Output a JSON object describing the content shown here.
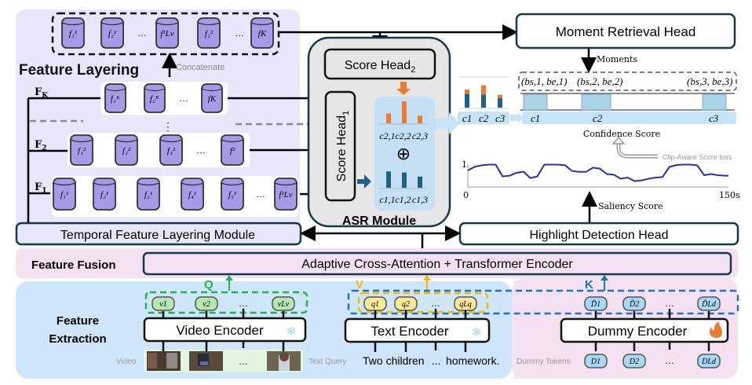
{
  "feature_layering": {
    "title": "Feature Layering",
    "concatenate_label": "Concatenate",
    "concat_tokens": [
      "f₁¹",
      "f₂¹",
      "…",
      "f¹Lv",
      "f₁²",
      "…",
      "fK"
    ],
    "level_labels": {
      "k": "F",
      "k_sub": "K",
      "two": "F",
      "two_sub": "2",
      "one": "F",
      "one_sub": "1"
    },
    "level_k_tokens": [
      "f₁ᴷ",
      "f₂ᴷ",
      "…",
      "fK"
    ],
    "level_2_tokens": [
      "f₁²",
      "f₂²",
      "f₃²",
      "…",
      "f²"
    ],
    "level_1_tokens": [
      "f₁¹",
      "f₂¹",
      "f₃¹",
      "f₄¹",
      "f₅¹",
      "…",
      "f¹Lv"
    ],
    "vertical_dots": "⋮",
    "module_label": "Temporal Feature Layering Module"
  },
  "asr_module": {
    "title": "ASR Module",
    "score_head_2": "Score Head",
    "score_head_2_sub": "2",
    "score_head_1": "Score Head",
    "score_head_1_sub": "1",
    "row2_labels": [
      "c2,1",
      "c2,2",
      "c2,3"
    ],
    "row1_labels": [
      "c1,1",
      "c1,2",
      "c1,3"
    ],
    "row2_values": [
      0.45,
      1.0,
      0.35
    ],
    "row1_values": [
      0.8,
      0.75,
      0.55
    ],
    "oplus": "⊕",
    "colors": {
      "orange": "#ec7a34",
      "teal": "#1e6184",
      "panel": "#e6e6e6",
      "inner": "#c5dff4"
    }
  },
  "moment_retrieval": {
    "head_label": "Moment Retrieval Head",
    "moments_label": "Moments",
    "spans": [
      "(bs,1, be,1)",
      "(bs,2, be,2)",
      "(bs,3, be,3)"
    ],
    "clip_labels": [
      "c1",
      "c2",
      "c3"
    ],
    "stacked_bar_labels": [
      "c1",
      "c2",
      "c3"
    ],
    "confidence_label": "Confidence Score",
    "clip_aware_loss_label": "Clip-Aware Score loss"
  },
  "saliency": {
    "y_top_label": "1",
    "x_start_label": "0",
    "x_end_label": "150s",
    "score_label": "Saliency Score",
    "head_label": "Highlight Detection Head"
  },
  "chart_data": {
    "type": "line",
    "title": "Saliency Score",
    "xlabel": "",
    "ylabel": "",
    "xlim": [
      0,
      150
    ],
    "ylim": [
      0,
      1
    ],
    "x": [
      0,
      4,
      8,
      12,
      16,
      20,
      24,
      28,
      32,
      36,
      40,
      44,
      48,
      52,
      56,
      60,
      64,
      68,
      72,
      76,
      80,
      84,
      88,
      92,
      96,
      100,
      104,
      108,
      112,
      116,
      120,
      124,
      128,
      132,
      136,
      140,
      144,
      148,
      150
    ],
    "values": [
      0.7,
      0.86,
      0.92,
      0.95,
      0.95,
      0.45,
      0.48,
      0.6,
      0.65,
      0.38,
      0.45,
      0.95,
      0.95,
      0.95,
      0.92,
      0.68,
      0.64,
      0.64,
      0.82,
      0.78,
      0.55,
      0.52,
      0.35,
      0.4,
      0.25,
      0.28,
      0.35,
      0.4,
      0.42,
      0.85,
      0.93,
      0.95,
      0.95,
      0.92,
      0.5,
      0.55,
      0.5,
      0.48,
      0.48
    ]
  },
  "feature_fusion": {
    "title": "Feature Fusion",
    "encoder_label": "Adaptive  Cross-Attention + Transformer Encoder",
    "q_label": "Q",
    "v_label": "V",
    "k_label": "K",
    "colors": {
      "q": "#22b14c",
      "v": "#f5b800",
      "k": "#1f73c5"
    }
  },
  "feature_extraction": {
    "title_line1": "Feature",
    "title_line2": "Extraction",
    "video_encoder": "Video Encoder",
    "text_encoder": "Text Encoder",
    "dummy_encoder": "Dummy Encoder",
    "video_label": "Video",
    "text_query_label": "Text Query",
    "dummy_tokens_label": "Dummy Tokens",
    "video_tokens": [
      "v1",
      "v2",
      "…",
      "vLv"
    ],
    "text_tokens": [
      "q1",
      "q2",
      "…",
      "qLq"
    ],
    "dummy_out_tokens": [
      "D̃1",
      "D̃2",
      "…",
      "D̃Ld"
    ],
    "dummy_in_tokens": [
      "D1",
      "D2",
      "…",
      "DLd"
    ],
    "text_words": [
      "Two children",
      "...",
      "homework."
    ],
    "frames_ellipsis": "…"
  }
}
